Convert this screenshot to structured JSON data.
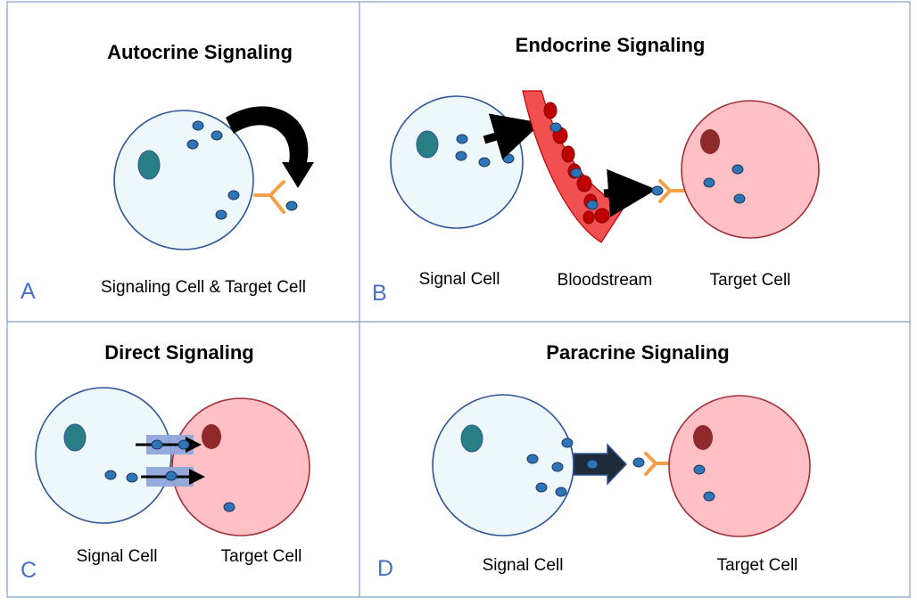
{
  "panels": {
    "a": {
      "title": "Autocrine Signaling",
      "letter": "A",
      "label": "Signaling Cell & Target Cell"
    },
    "b": {
      "title": "Endocrine Signaling",
      "letter": "B",
      "signal_label": "Signal Cell",
      "blood_label": "Bloodstream",
      "target_label": "Target Cell"
    },
    "c": {
      "title": "Direct Signaling",
      "letter": "C",
      "signal_label": "Signal Cell",
      "target_label": "Target Cell"
    },
    "d": {
      "title": "Paracrine Signaling",
      "letter": "D",
      "signal_label": "Signal Cell",
      "target_label": "Target Cell"
    }
  },
  "colors": {
    "signal_cell_fill": "#EEF7F9",
    "cell_outline": "#2F5597",
    "target_cell_fill": "#FFC0C5",
    "target_cell_outline": "#A0303A",
    "signal_nucleus": "#2A7F86",
    "target_nucleus": "#8E2A2A",
    "molecule_fill": "#2E75B6",
    "receptor": "#F4A048",
    "arrow": "#000000",
    "junction": "#8FA7DC",
    "blood_vessel": "#F05050",
    "blood_cell": "#C00000",
    "letter": "#4472C4",
    "grid_line": "#7F9CC8"
  }
}
